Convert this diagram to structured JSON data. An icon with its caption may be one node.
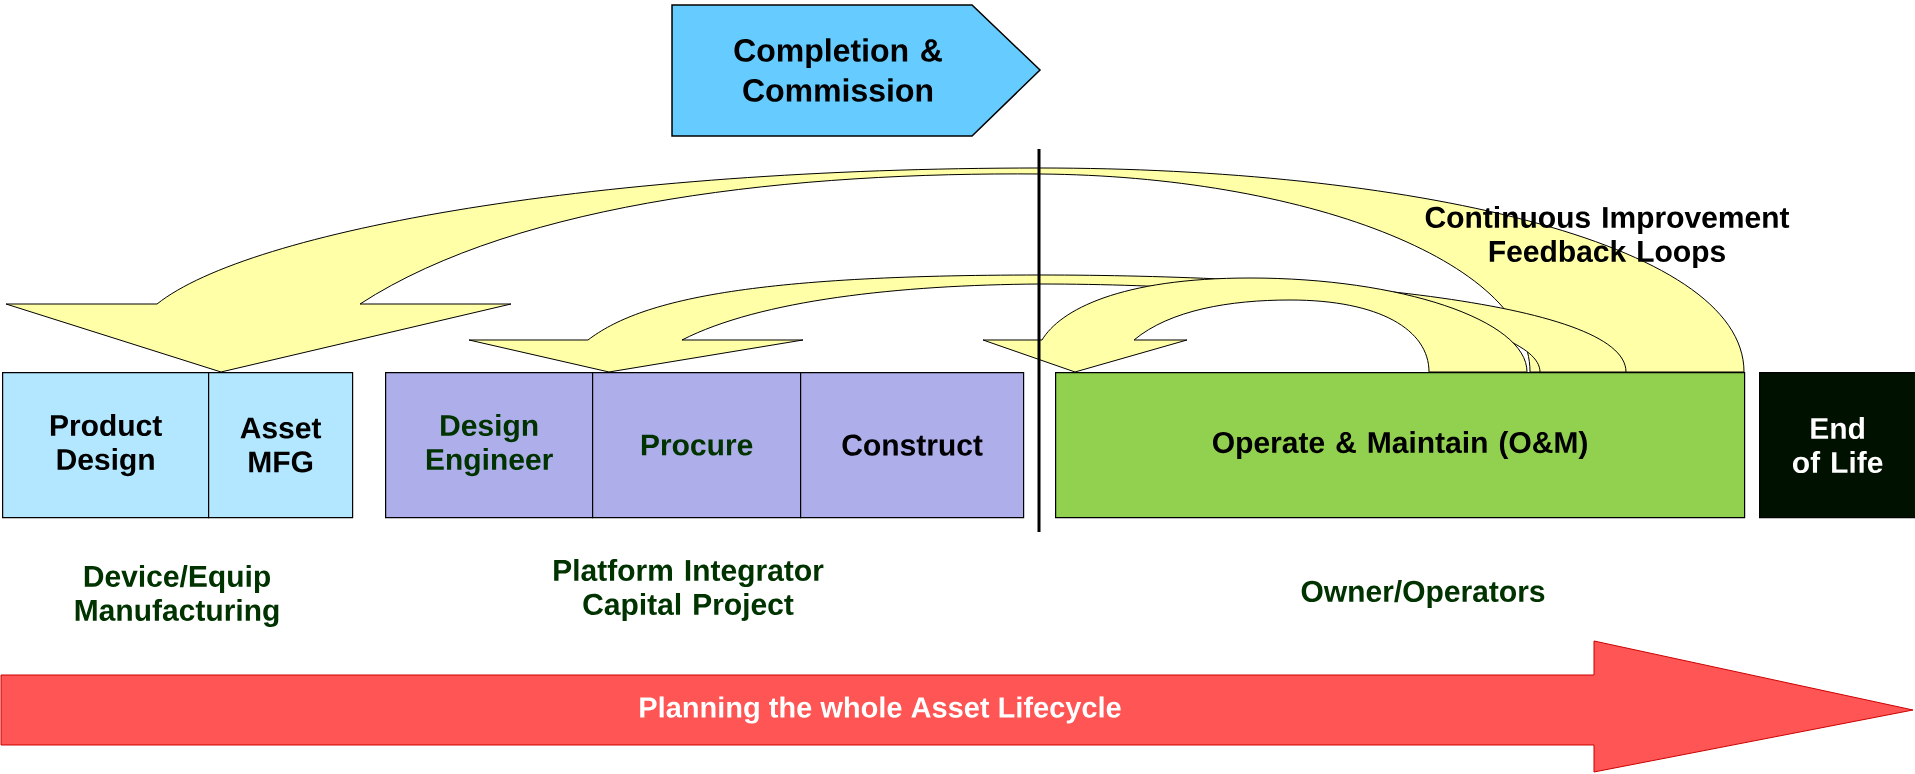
{
  "diagram": {
    "nodes": [
      {
        "text": [
          "Completion & Commission"
        ]
      },
      {
        "text": [
          "Product Design"
        ]
      },
      {
        "text": [
          "Asset MFG"
        ]
      },
      {
        "text": [
          "Design Engineer"
        ]
      },
      {
        "text": [
          "Procure"
        ]
      },
      {
        "text": [
          "Construct"
        ]
      },
      {
        "text": [
          "Operate & Maintain (O&M)"
        ]
      },
      {
        "text": [
          "End of Life"
        ]
      },
      {
        "text": [
          "Planning the whole Asset Lifecycle"
        ]
      }
    ],
    "edges": [
      {
        "from": 6,
        "to": 1,
        "arrow": "to"
      },
      {
        "from": 6,
        "to": 3,
        "arrow": "to"
      },
      {
        "from": 6,
        "to": 6,
        "arrow": "to"
      }
    ],
    "labels": [
      "Continuous Improvement Feedback Loops",
      "Device/Equip Manufacturing",
      "Platform Integrator Capital Project",
      "Owner/Operators"
    ]
  }
}
